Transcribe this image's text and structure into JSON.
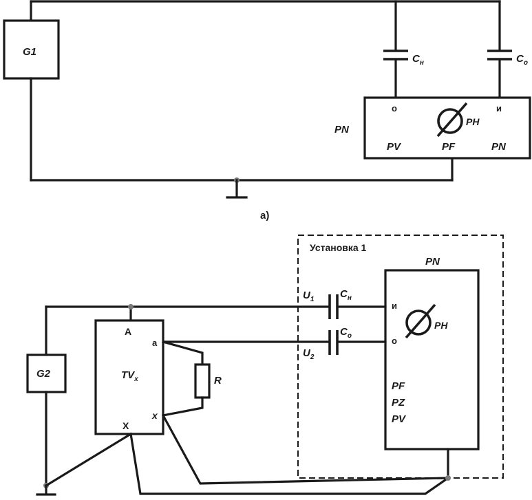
{
  "diagram_a": {
    "generator_label": "G1",
    "cap1_label": "C",
    "cap1_sub": "н",
    "cap2_label": "C",
    "cap2_sub": "о",
    "instrument_outer_label": "PN",
    "terminal_o": "о",
    "terminal_i": "и",
    "phase_meter_label": "PH",
    "pv_label": "PV",
    "pf_label": "PF",
    "pn_label": "PN",
    "caption": "а)"
  },
  "diagram_b": {
    "generator_label": "G2",
    "tv_label": "TV",
    "tv_sub": "x",
    "terminal_A": "A",
    "terminal_a": "а",
    "terminal_x": "x",
    "terminal_X": "X",
    "resistor_label": "R",
    "installation_label": "Установка 1",
    "instrument_label": "PN",
    "u1_label": "U",
    "u1_sub": "1",
    "u2_label": "U",
    "u2_sub": "2",
    "cap1_label": "C",
    "cap1_sub": "н",
    "cap2_label": "C",
    "cap2_sub": "о",
    "terminal_i": "и",
    "terminal_o": "о",
    "phase_meter_label": "PH",
    "pf_label": "PF",
    "pz_label": "PZ",
    "pv_label": "PV"
  }
}
